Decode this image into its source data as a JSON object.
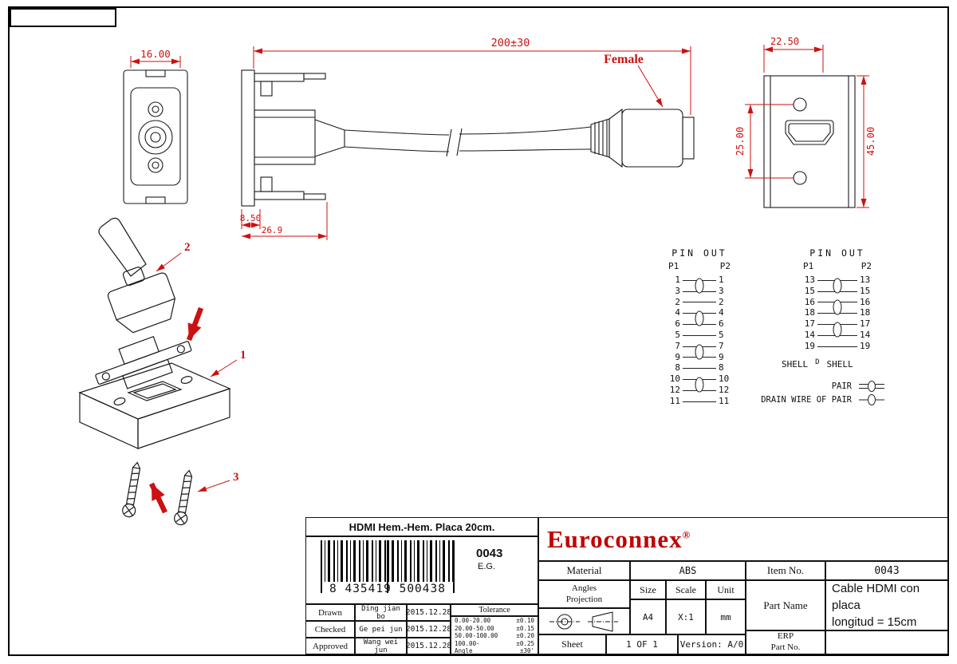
{
  "drawing": {
    "front_view": {
      "width_dim": "16.00"
    },
    "side_view": {
      "length_dim": "200±30",
      "female_label": "Female",
      "depth_dim": "8.50",
      "tab_dim": "26.9"
    },
    "rear_view": {
      "offset_dim": "22.50",
      "hole_spacing_dim": "25.00",
      "height_dim": "45.00"
    },
    "exploded_view": {
      "callout_hood": "2",
      "callout_plate": "1",
      "callout_screws": "3"
    }
  },
  "pinout_left": {
    "title": "PIN OUT",
    "p1": "P1",
    "p2": "P2",
    "rows": [
      [
        "1",
        "1"
      ],
      [
        "3",
        "3"
      ],
      [
        "2",
        "2"
      ],
      [
        "4",
        "4"
      ],
      [
        "6",
        "6"
      ],
      [
        "5",
        "5"
      ],
      [
        "7",
        "7"
      ],
      [
        "9",
        "9"
      ],
      [
        "8",
        "8"
      ],
      [
        "10",
        "10"
      ],
      [
        "12",
        "12"
      ],
      [
        "11",
        "11"
      ]
    ]
  },
  "pinout_right": {
    "title": "PIN OUT",
    "p1": "P1",
    "p2": "P2",
    "rows": [
      [
        "13",
        "13"
      ],
      [
        "15",
        "15"
      ],
      [
        "16",
        "16"
      ],
      [
        "18",
        "18"
      ],
      [
        "17",
        "17"
      ],
      [
        "14",
        "14"
      ],
      [
        "19",
        "19"
      ]
    ],
    "shell_left": "SHELL",
    "shell_d": "D",
    "shell_right": "SHELL",
    "pair": "PAIR",
    "drain": "DRAIN WIRE OF PAIR"
  },
  "title_block": {
    "product_title": "HDMI Hem.-Hem. Placa 20cm.",
    "barcode": {
      "digits": "8 435419 500438",
      "code": "0043",
      "initials": "E.G."
    },
    "brand": "Euroconnex",
    "brand_mark": "®",
    "material": {
      "label": "Material",
      "value": "ABS"
    },
    "item_no": {
      "label": "Item No.",
      "value": "0043"
    },
    "angles": {
      "line1": "Angles",
      "line2": "Projection"
    },
    "size": {
      "label": "Size",
      "value": "A4"
    },
    "scale": {
      "label": "Scale",
      "value": "X:1"
    },
    "unit": {
      "label": "Unit",
      "value": "mm"
    },
    "part_name": {
      "label": "Part Name",
      "line1": "Cable HDMI con placa",
      "line2": "longitud = 15cm"
    },
    "sheet": {
      "label": "Sheet",
      "value": "1 OF 1"
    },
    "version": {
      "text": "Version: A/0"
    },
    "erp": {
      "line1": "ERP",
      "line2": "Part No."
    },
    "signoff": [
      {
        "role": "Drawn",
        "name": "Ding jian bo",
        "date": "2015.12.28"
      },
      {
        "role": "Checked",
        "name": "Ge pei jun",
        "date": "2015.12.28"
      },
      {
        "role": "Approved",
        "name": "Wang wei jun",
        "date": "2015.12.28"
      }
    ],
    "tolerance": {
      "title": "Tolerance",
      "rows": [
        {
          "range": "0.00-20.00",
          "tol": "±0.10"
        },
        {
          "range": "20.00-50.00",
          "tol": "±0.15"
        },
        {
          "range": "50.00-100.00",
          "tol": "±0.20"
        },
        {
          "range": "100.00-",
          "tol": "±0.25"
        },
        {
          "range": "Angle",
          "tol": "±30'"
        }
      ]
    }
  },
  "colors": {
    "dimension_red": "#cc1111",
    "brand_red": "#c00000",
    "line_black": "#1a1a1a"
  }
}
